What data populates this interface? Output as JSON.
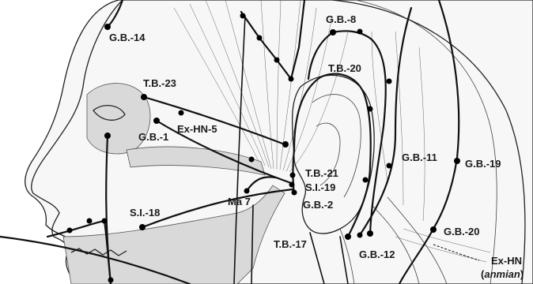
{
  "labels": {
    "gb14": "G.B.-14",
    "gb8": "G.B.-8",
    "tb20": "T.B.-20",
    "tb23": "T.B.-23",
    "exhn5": "Ex-HN-5",
    "gb1": "G.B.-1",
    "gb11": "G.B.-11",
    "gb19": "G.B.-19",
    "tb21": "T.B.-21",
    "si19": "S.I.-19",
    "ma7": "Ma 7",
    "gb2": "G.B.-2",
    "si18": "S.I.-18",
    "gb20": "G.B.-20",
    "tb17": "T.B.-17",
    "gb12": "G.B.-12",
    "exhn": "Ex-HN",
    "anmian_open": "(",
    "anmian": "anmian",
    "anmian_close": ")"
  },
  "colors": {
    "ink": "#111111",
    "bone": "#d9d9d9",
    "paper": "#ffffff"
  }
}
